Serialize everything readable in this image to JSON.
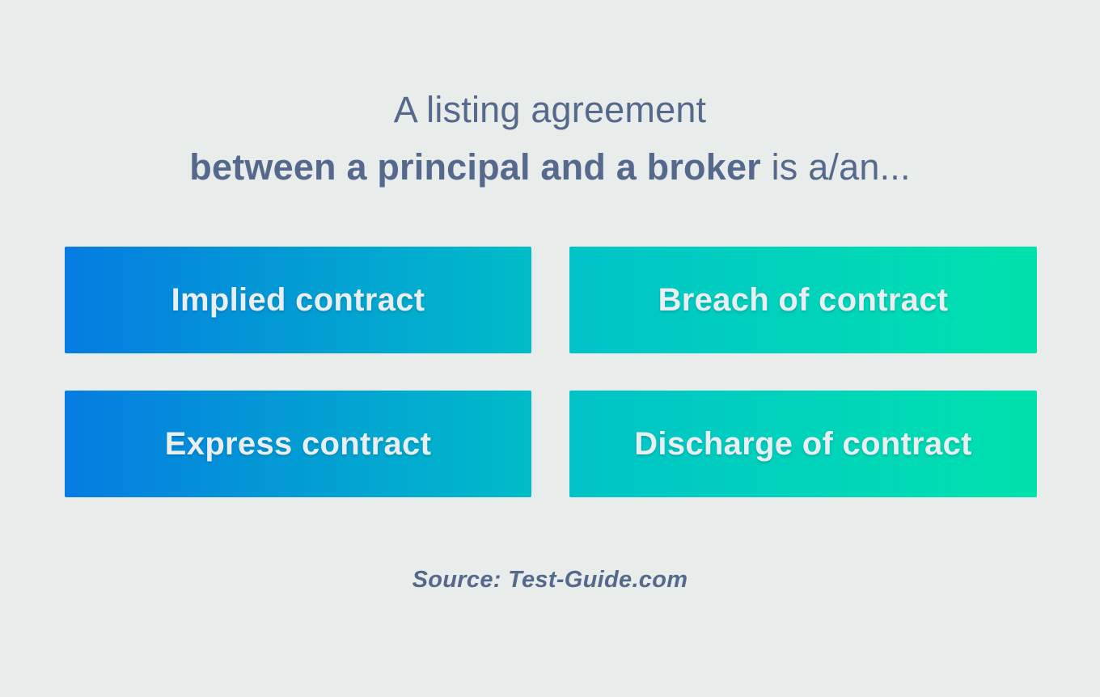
{
  "question": {
    "line1": "A listing agreement",
    "line2_bold": "between a principal and a broker",
    "line2_rest": " is a/an..."
  },
  "answers": [
    {
      "label": "Implied contract"
    },
    {
      "label": "Breach of contract"
    },
    {
      "label": "Express contract"
    },
    {
      "label": "Discharge of contract"
    }
  ],
  "source": "Source: Test-Guide.com",
  "colors": {
    "background": "#e8eceb",
    "question_text": "#55698c",
    "button_text": "#e9eef1",
    "gradient_left_start": "#057ce1",
    "gradient_left_end": "#00bcc8",
    "gradient_right_start": "#00c3c9",
    "gradient_right_end": "#00e2ad"
  }
}
